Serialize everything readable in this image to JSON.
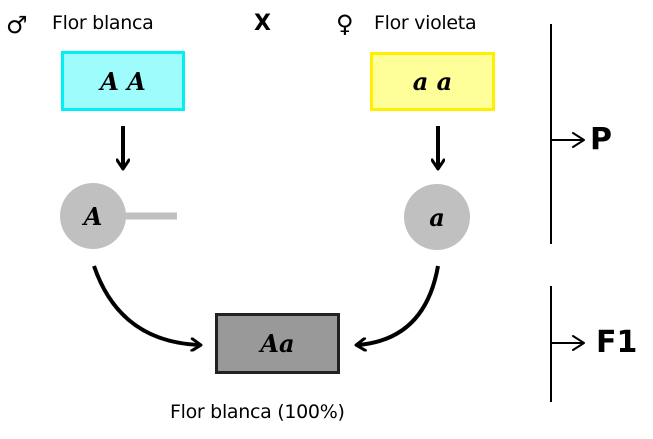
{
  "parents": {
    "male": {
      "symbol": "♂",
      "label": "Flor blanca",
      "genotype": "A A",
      "gamete": "A"
    },
    "cross_symbol": "X",
    "female": {
      "symbol": "♀",
      "label": "Flor violeta",
      "genotype": "a a",
      "gamete": "a"
    }
  },
  "offspring": {
    "genotype": "Aa",
    "label": "Flor blanca (100%)"
  },
  "generations": {
    "p_label": "P",
    "f1_label": "F1"
  },
  "colors": {
    "male_box_fill": "#9ffcfd",
    "male_box_border": "#00f0f5",
    "female_box_fill": "#ffff99",
    "female_box_border": "#ffee00",
    "offspring_box_fill": "#999999",
    "gamete_fill": "#c0c0c0"
  }
}
